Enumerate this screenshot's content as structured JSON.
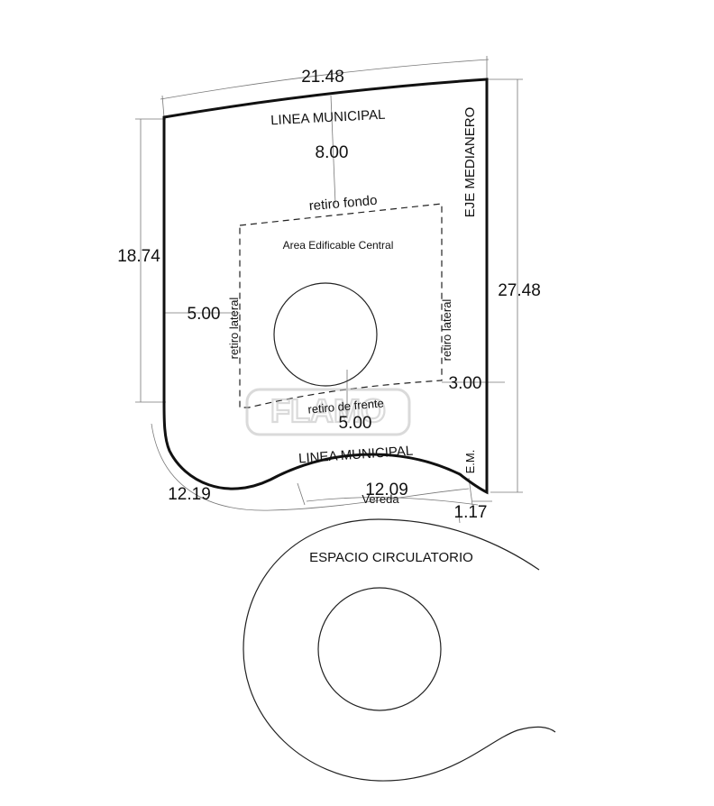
{
  "dimensions": {
    "top_width": "21.48",
    "left_height": "18.74",
    "right_height": "27.48",
    "rear_setback": "8.00",
    "lateral_setback_left": "5.00",
    "lateral_setback_right": "3.00",
    "front_setback": "5.00",
    "curve_left": "12.19",
    "curve_front": "12.09",
    "em_width": "1.17"
  },
  "labels": {
    "linea_municipal_top": "LINEA MUNICIPAL",
    "linea_municipal_bottom": "LINEA MUNICIPAL",
    "eje_medianero": "EJE MEDIANERO",
    "retiro_fondo": "retiro fondo",
    "area_edificable": "Area Edificable Central",
    "retiro_lateral_left": "retiro lateral",
    "retiro_lateral_right": "retiro lateral",
    "retiro_frente": "retiro de frente",
    "em": "E.M.",
    "vereda": "Vereda",
    "espacio_circulatorio": "ESPACIO CIRCULATORIO"
  },
  "colors": {
    "ink": "#111111",
    "watermark": "#bdbdbd"
  }
}
